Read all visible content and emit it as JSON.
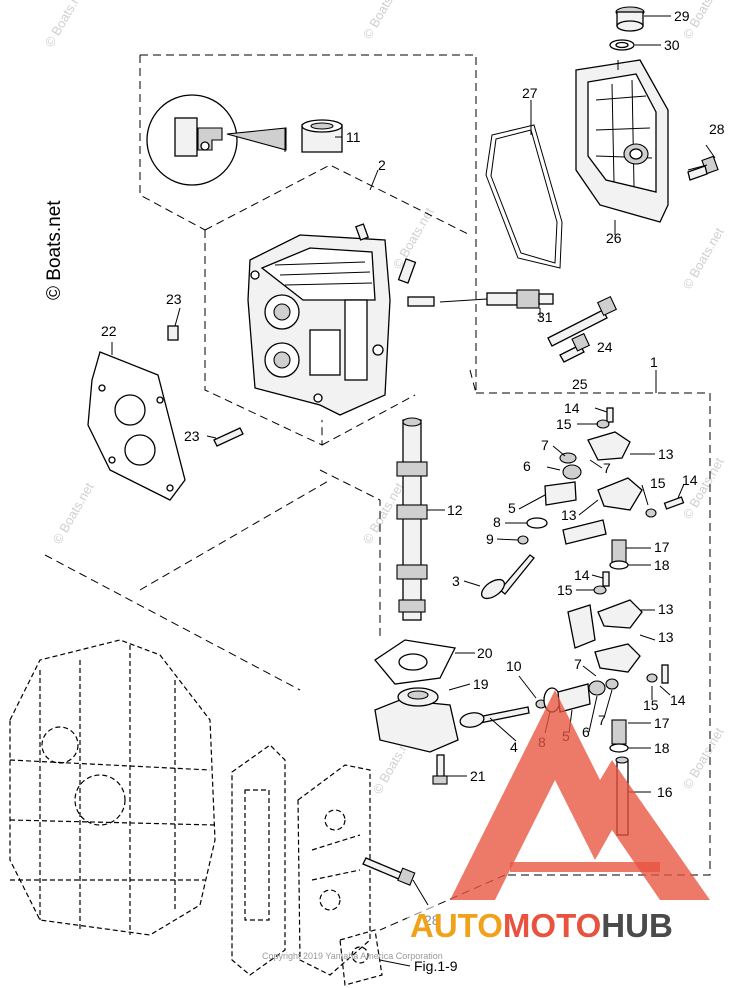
{
  "diagram": {
    "figure_label": "Fig.1-9",
    "copyright": "Copyright 2019 Yamaha America Corporation",
    "watermark_main": "© Boats.net",
    "watermark_repeat": "© Boats.net",
    "brand": {
      "part1": "AUTO",
      "part2": "MOTO",
      "part3": "HUB"
    },
    "colors": {
      "logo_red": "#e8533f",
      "logo_orange": "#f0a21a",
      "logo_gray": "#4a4a4a"
    },
    "callouts": {
      "c29": "29",
      "c30": "30",
      "c28a": "28",
      "c27": "27",
      "c26": "26",
      "c11": "11",
      "c2": "2",
      "c23a": "23",
      "c22": "22",
      "c31": "31",
      "c24": "24",
      "c25": "25",
      "c1": "1",
      "c23b": "23",
      "c14a": "14",
      "c15a": "15",
      "c7a": "7",
      "c13a": "13",
      "c6a": "6",
      "c7b": "7",
      "c15b": "15",
      "c14b": "14",
      "c5a": "5",
      "c13b": "13",
      "c12": "12",
      "c8a": "8",
      "c9": "9",
      "c17a": "17",
      "c18a": "18",
      "c3": "3",
      "c14c": "14",
      "c15c": "15",
      "c13c": "13",
      "c13d": "13",
      "c20": "20",
      "c10": "10",
      "c7c": "7",
      "c19": "19",
      "c14d": "14",
      "c15d": "15",
      "c17b": "17",
      "c4": "4",
      "c8b": "8",
      "c5b": "5",
      "c6b": "6",
      "c7d": "7",
      "c18b": "18",
      "c21": "21",
      "c16": "16",
      "c28b": "28"
    }
  }
}
